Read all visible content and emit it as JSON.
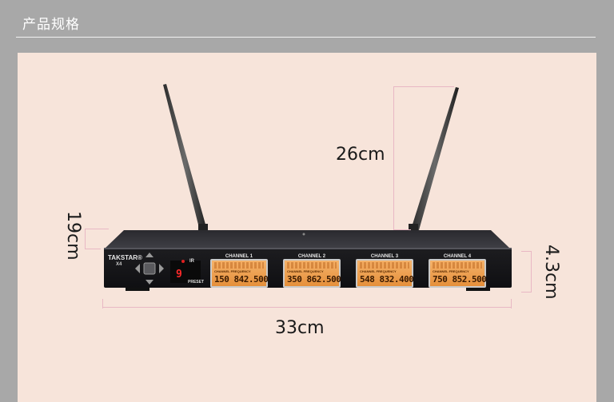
{
  "header": {
    "title": "产品规格"
  },
  "dimensions": {
    "height_antenna": "26cm",
    "depth": "19cm",
    "height": "4.3cm",
    "width": "33cm"
  },
  "device": {
    "brand": "TAKSTAR®",
    "model": "X4",
    "ir_label": "IR",
    "preset_label": "PRESET",
    "preset_digit": "9",
    "channels": [
      {
        "label": "CHANNEL 1",
        "sub": "CHANNEL   FREQUENCY",
        "value": "150 842.500"
      },
      {
        "label": "CHANNEL 2",
        "sub": "CHANNEL   FREQUENCY",
        "value": "350 862.500"
      },
      {
        "label": "CHANNEL 3",
        "sub": "CHANNEL   FREQUENCY",
        "value": "548 832.400"
      },
      {
        "label": "CHANNEL 4",
        "sub": "CHANNEL   FREQUENCY",
        "value": "750 852.500"
      }
    ]
  },
  "colors": {
    "background": "#a8a8a8",
    "panel": "#f7e4da",
    "lcd": "#f0a050",
    "dim_line": "#e8b8c4"
  }
}
